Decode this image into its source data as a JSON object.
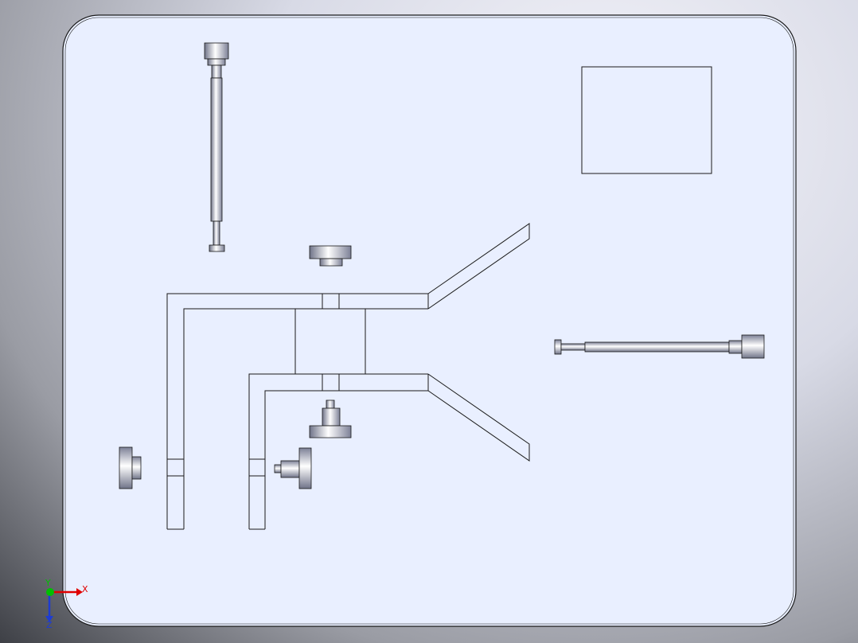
{
  "viewport": {
    "colors": {
      "plate_fill": "#e9efff",
      "edge": "#1a1a1a",
      "part_shade_dark": "#6f7388",
      "part_shade_light": "#ffffff"
    }
  },
  "triad": {
    "x_label": "X",
    "y_label": "Y",
    "z_label": "Z",
    "x_color": "#e00000",
    "y_color": "#00c000",
    "z_color": "#1e3cd2"
  }
}
